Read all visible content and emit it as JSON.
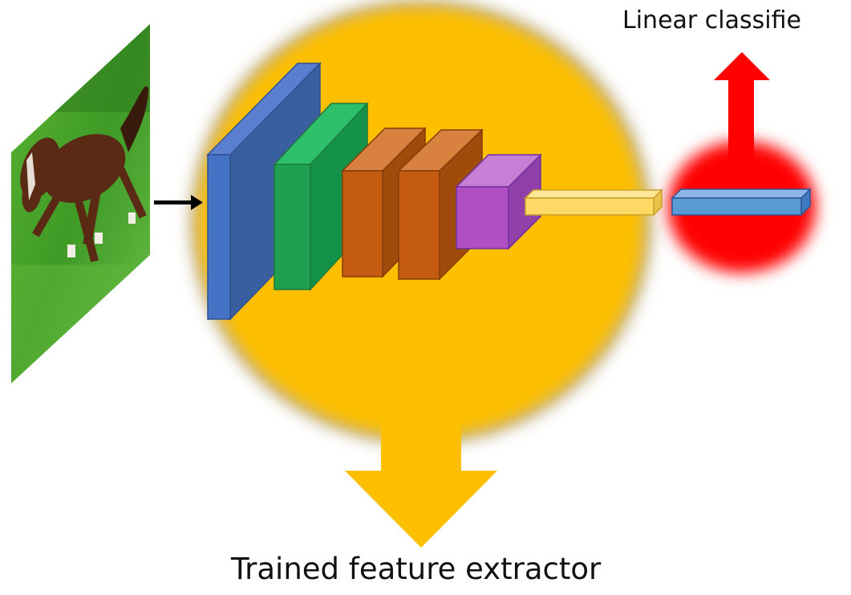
{
  "labels": {
    "top": "Linear classifie",
    "bottom": "Trained feature extractor"
  },
  "image": {
    "subject": "horse"
  },
  "colors": {
    "feature_extractor_blob": "#fdbf00",
    "classifier_blob": "#ff0000",
    "layer1": "#4472c4",
    "layer2": "#1fa050",
    "layer3": "#c55a11",
    "layer4": "#c55a11",
    "layer5": "#b04fc4",
    "feature_vector": "#ffd966",
    "classifier_vector": "#5b9bd5",
    "input_arrow": "#000000",
    "grass": "#4aa82a",
    "horse": "#5a2a14"
  }
}
